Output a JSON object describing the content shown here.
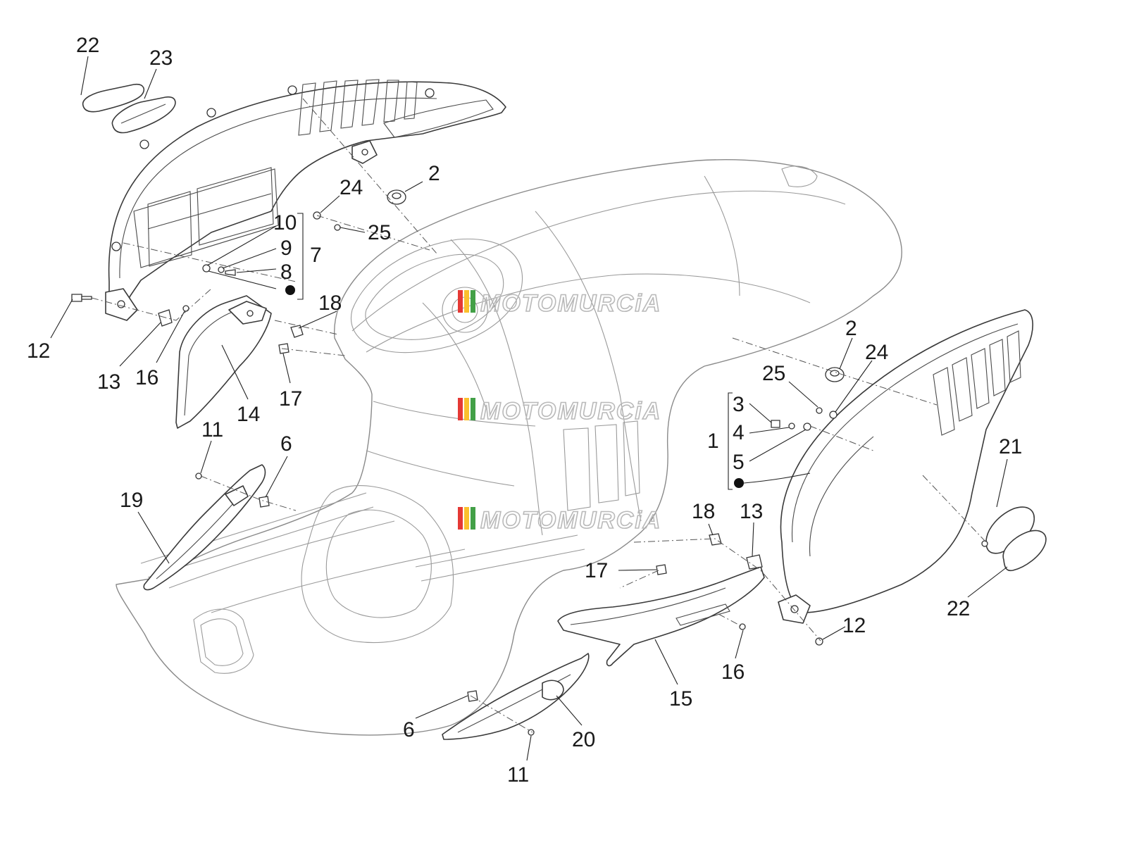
{
  "watermark": {
    "text": "MOTOMURCiA",
    "stripe_colors": [
      "#e53935",
      "#fbc02d",
      "#43a047"
    ]
  },
  "callouts": [
    {
      "id": "l22a",
      "text": "22"
    },
    {
      "id": "l23",
      "text": "23"
    },
    {
      "id": "l2a",
      "text": "2"
    },
    {
      "id": "l24a",
      "text": "24"
    },
    {
      "id": "l25a",
      "text": "25"
    },
    {
      "id": "l10",
      "text": "10"
    },
    {
      "id": "l9",
      "text": "9"
    },
    {
      "id": "l8",
      "text": "8"
    },
    {
      "id": "l7",
      "text": "7"
    },
    {
      "id": "l12a",
      "text": "12"
    },
    {
      "id": "l13a",
      "text": "13"
    },
    {
      "id": "l16a",
      "text": "16"
    },
    {
      "id": "l18a",
      "text": "18"
    },
    {
      "id": "l17a",
      "text": "17"
    },
    {
      "id": "l14",
      "text": "14"
    },
    {
      "id": "l11a",
      "text": "11"
    },
    {
      "id": "l6a",
      "text": "6"
    },
    {
      "id": "l19",
      "text": "19"
    },
    {
      "id": "l2b",
      "text": "2"
    },
    {
      "id": "l24b",
      "text": "24"
    },
    {
      "id": "l25b",
      "text": "25"
    },
    {
      "id": "l3",
      "text": "3"
    },
    {
      "id": "l4",
      "text": "4"
    },
    {
      "id": "l1",
      "text": "1"
    },
    {
      "id": "l5",
      "text": "5"
    },
    {
      "id": "l21",
      "text": "21"
    },
    {
      "id": "l22b",
      "text": "22"
    },
    {
      "id": "l18b",
      "text": "18"
    },
    {
      "id": "l13b",
      "text": "13"
    },
    {
      "id": "l17b",
      "text": "17"
    },
    {
      "id": "l12b",
      "text": "12"
    },
    {
      "id": "l16b",
      "text": "16"
    },
    {
      "id": "l15",
      "text": "15"
    },
    {
      "id": "l6b",
      "text": "6"
    },
    {
      "id": "l20",
      "text": "20"
    },
    {
      "id": "l11b",
      "text": "11"
    }
  ]
}
